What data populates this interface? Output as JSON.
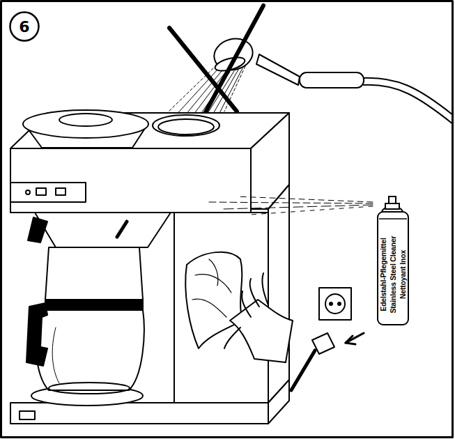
{
  "diagram": {
    "nodes": [
      {
        "text": [
          "6"
        ]
      },
      {
        "text": [
          "Edelstahl-Pflegemittel",
          "Stainless Steel Cleaner",
          "Nettoyant Inox"
        ]
      }
    ]
  }
}
